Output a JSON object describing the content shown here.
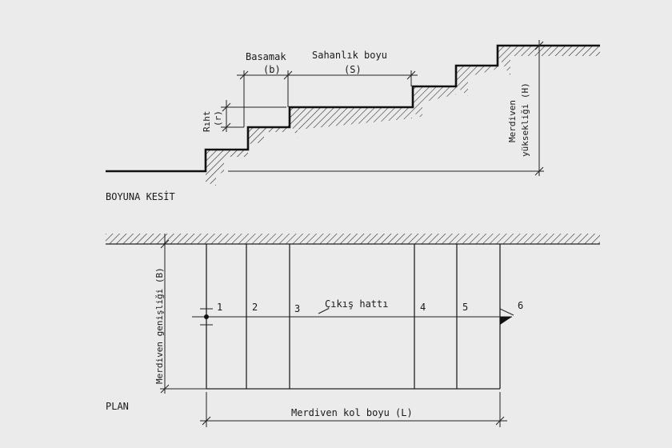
{
  "section": {
    "caption": "BOYUNA KESİT",
    "tread_label": "Basamak",
    "tread_symbol": "(b)",
    "landing_label": "Sahanlık boyu",
    "landing_symbol": "(S)",
    "riser_label": "Rıht",
    "riser_symbol": "(r)",
    "height_label": "Merdiven",
    "height_label2": "yüksekliği (H)"
  },
  "plan": {
    "caption": "PLAN",
    "width_label": "Merdiven genişliği (B)",
    "walkline_label": "Çıkış hattı",
    "length_label": "Merdiven kol boyu (L)",
    "step_numbers": [
      "1",
      "2",
      "3",
      "4",
      "5",
      "6"
    ]
  },
  "colors": {
    "background": "#ebebeb",
    "ink": "#111111"
  }
}
